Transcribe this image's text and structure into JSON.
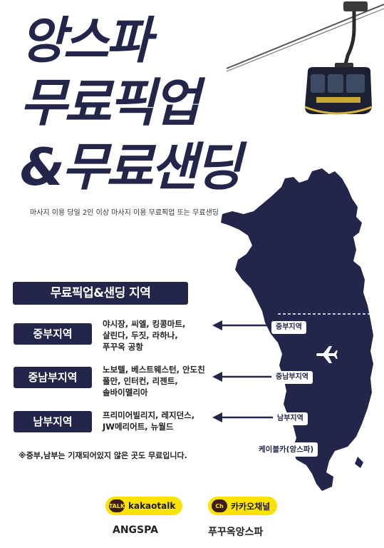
{
  "headline": {
    "line1": "앙스파",
    "line2": "무료픽업",
    "line3": "&무료샌딩"
  },
  "subtitle": "마사지 이용 당일 2인 이상 마사지 이용 무료픽업 또는 무료샌딩",
  "section_title": "무료픽업&샌딩 지역",
  "zones": [
    {
      "label": "중부지역",
      "places": [
        "야시장, 씨엘, 킹콩마트,",
        "살린다, 두짓, 라하나,",
        "푸꾸옥 공항"
      ]
    },
    {
      "label": "중남부지역",
      "places": [
        "노보텔, 베스트웨스턴, 안도친",
        "풀만, 인터컨, 리젠트,",
        "솔바이멜리아"
      ]
    },
    {
      "label": "남부지역",
      "places": [
        "프리미어빌리지, 레지던스,",
        "JW메리어트, 뉴월드"
      ]
    }
  ],
  "map_tags": {
    "central": "중부지역",
    "south_central": "중남부지역",
    "south": "남부지역",
    "cable_car": "케이블카(앙스파)"
  },
  "icons": {
    "airport": "airplane-icon",
    "cable_car": "cable-car-icon",
    "kakaotalk": "kakaotalk-icon",
    "kakao_channel": "kakao-channel-icon"
  },
  "note": "※중부,남부는 기재되어있지 않은 곳도 무료입니다.",
  "contacts": [
    {
      "badge_icon_text": "TALK",
      "badge_text": "kakaotalk",
      "name": "ANGSPA"
    },
    {
      "badge_icon_text": "Ch",
      "badge_text": "카카오채널",
      "name": "푸꾸옥앙스파"
    }
  ],
  "colors": {
    "navy": "#23264a",
    "kakao_yellow": "#fbe300",
    "kakao_brown": "#3a1d1d"
  }
}
